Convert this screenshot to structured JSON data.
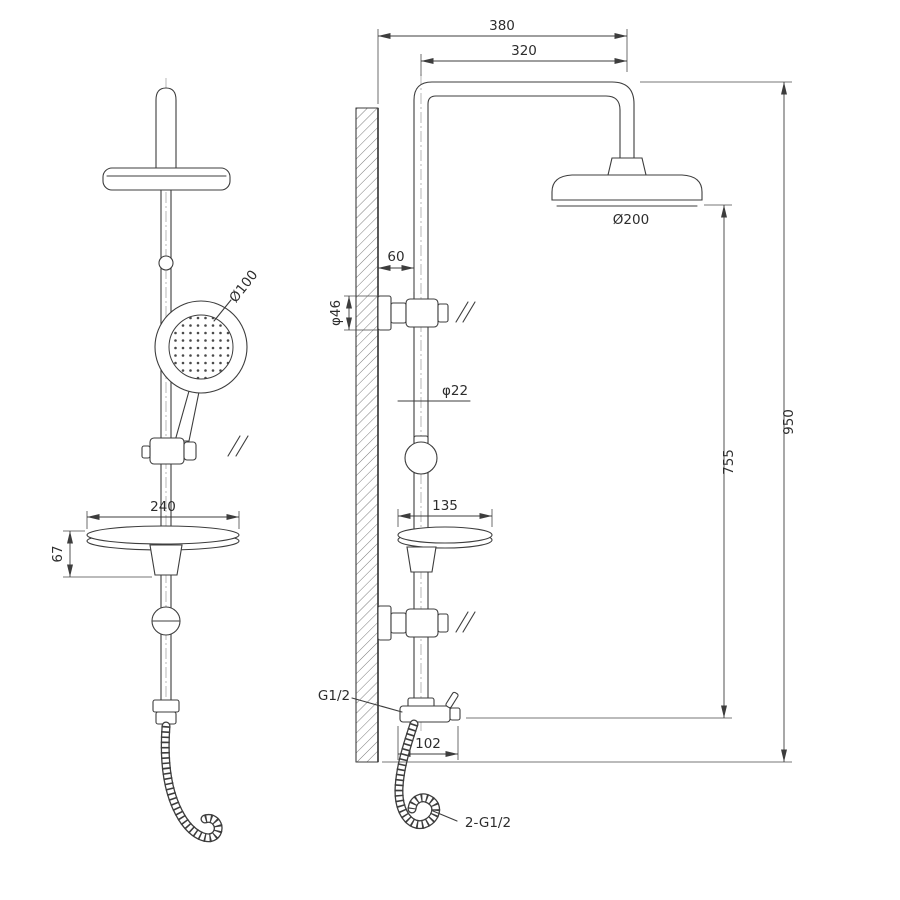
{
  "drawing": {
    "background": "#ffffff",
    "line_color": "#3d3d3d",
    "labels": {
      "top_width": "380",
      "arm_reach": "320",
      "head_diameter": "Ø200",
      "hand_shower_diameter": "Ø100",
      "wall_offset": "60",
      "bracket_diameter": "φ46",
      "pipe_diameter": "φ22",
      "shelf_width": "240",
      "shelf_depth": "135",
      "shelf_drop": "67",
      "overall_height": "950",
      "column_height": "755",
      "inlet_thread": "G1/2",
      "inlet_length": "102",
      "hose_threads": "2-G1/2"
    }
  }
}
